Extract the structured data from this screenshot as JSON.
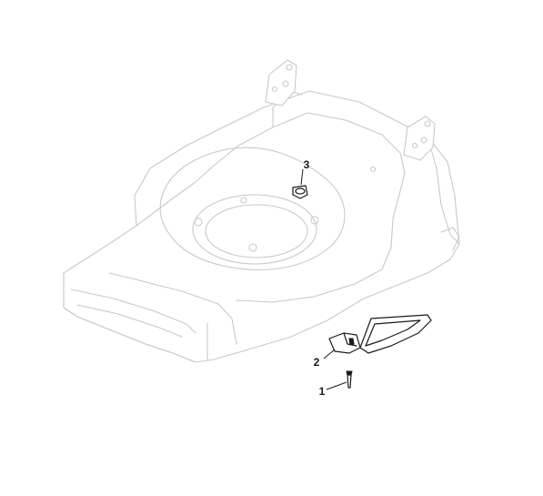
{
  "diagram": {
    "callouts": [
      {
        "id": "part-1",
        "label": "1"
      },
      {
        "id": "part-2",
        "label": "2"
      },
      {
        "id": "part-3",
        "label": "3"
      }
    ],
    "colors": {
      "background": "#ffffff",
      "ghost_outline": "#c9c9c9",
      "part_outline": "#1a1a1a"
    }
  }
}
